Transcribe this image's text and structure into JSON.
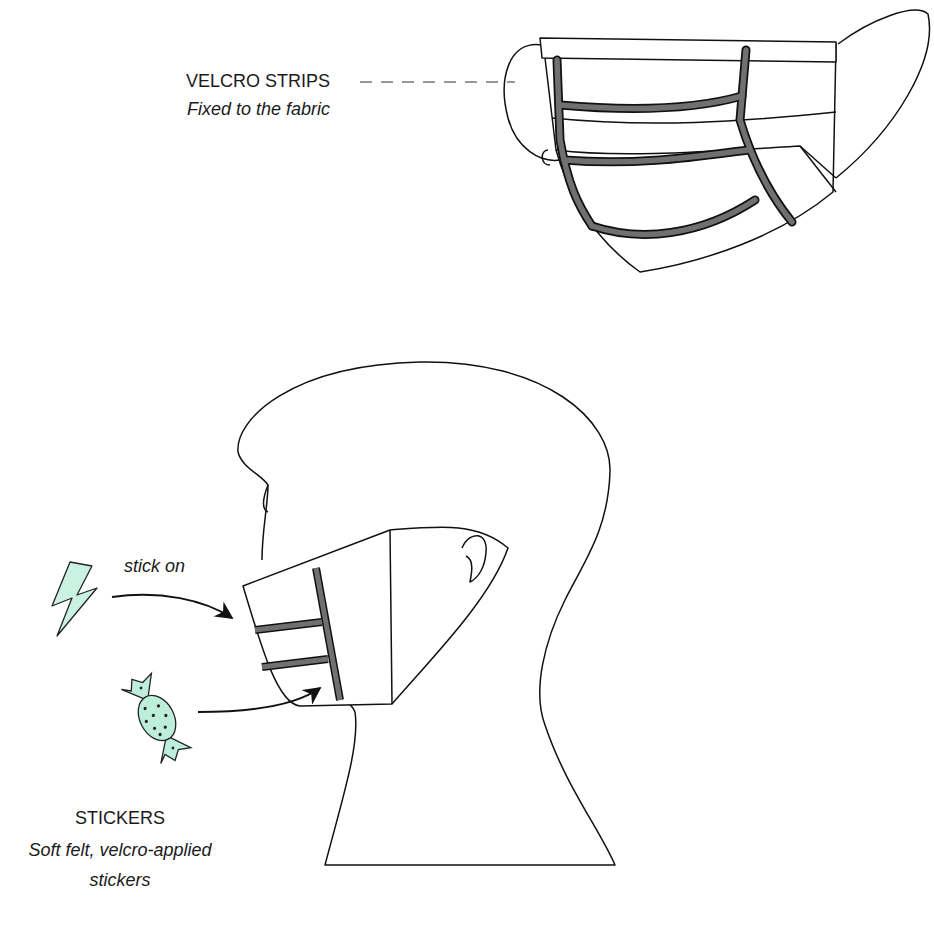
{
  "diagram": {
    "labels": [
      "VELCRO STRIPS",
      "Fixed to the fabric",
      "stick on",
      "STICKERS",
      "Soft felt, velcro-applied stickers"
    ]
  }
}
